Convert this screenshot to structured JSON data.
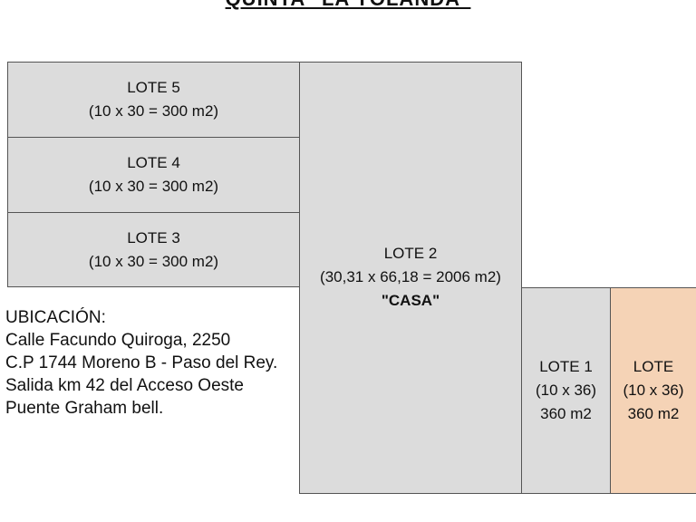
{
  "title": "QUINTA \"LA YOLANDA\"",
  "lots": {
    "lote5": {
      "name": "LOTE 5",
      "size": "(10 x 30 = 300 m2)"
    },
    "lote4": {
      "name": "LOTE 4",
      "size": "(10 x 30 = 300 m2)"
    },
    "lote3": {
      "name": "LOTE 3",
      "size": "(10 x 30 = 300 m2)"
    },
    "lote2": {
      "name": "LOTE 2",
      "size": "(30,31 x 66,18 = 2006 m2)",
      "note": "\"CASA\""
    },
    "lote1": {
      "name": "LOTE 1",
      "size": "(10 x 36)",
      "area": "360 m2"
    },
    "lote_extra": {
      "name": "LOTE",
      "size": "(10 x 36)",
      "area": "360 m2"
    }
  },
  "location": {
    "heading": "UBICACIÓN:",
    "lines": [
      "Calle Facundo Quiroga, 2250",
      "C.P 1744 Moreno B - Paso del Rey.",
      "Salida km 42 del Acceso Oeste",
      "Puente Graham bell."
    ]
  },
  "colors": {
    "lot_fill": "#dcdcdc",
    "highlight_fill": "#f5d3b6",
    "border": "#555555"
  }
}
